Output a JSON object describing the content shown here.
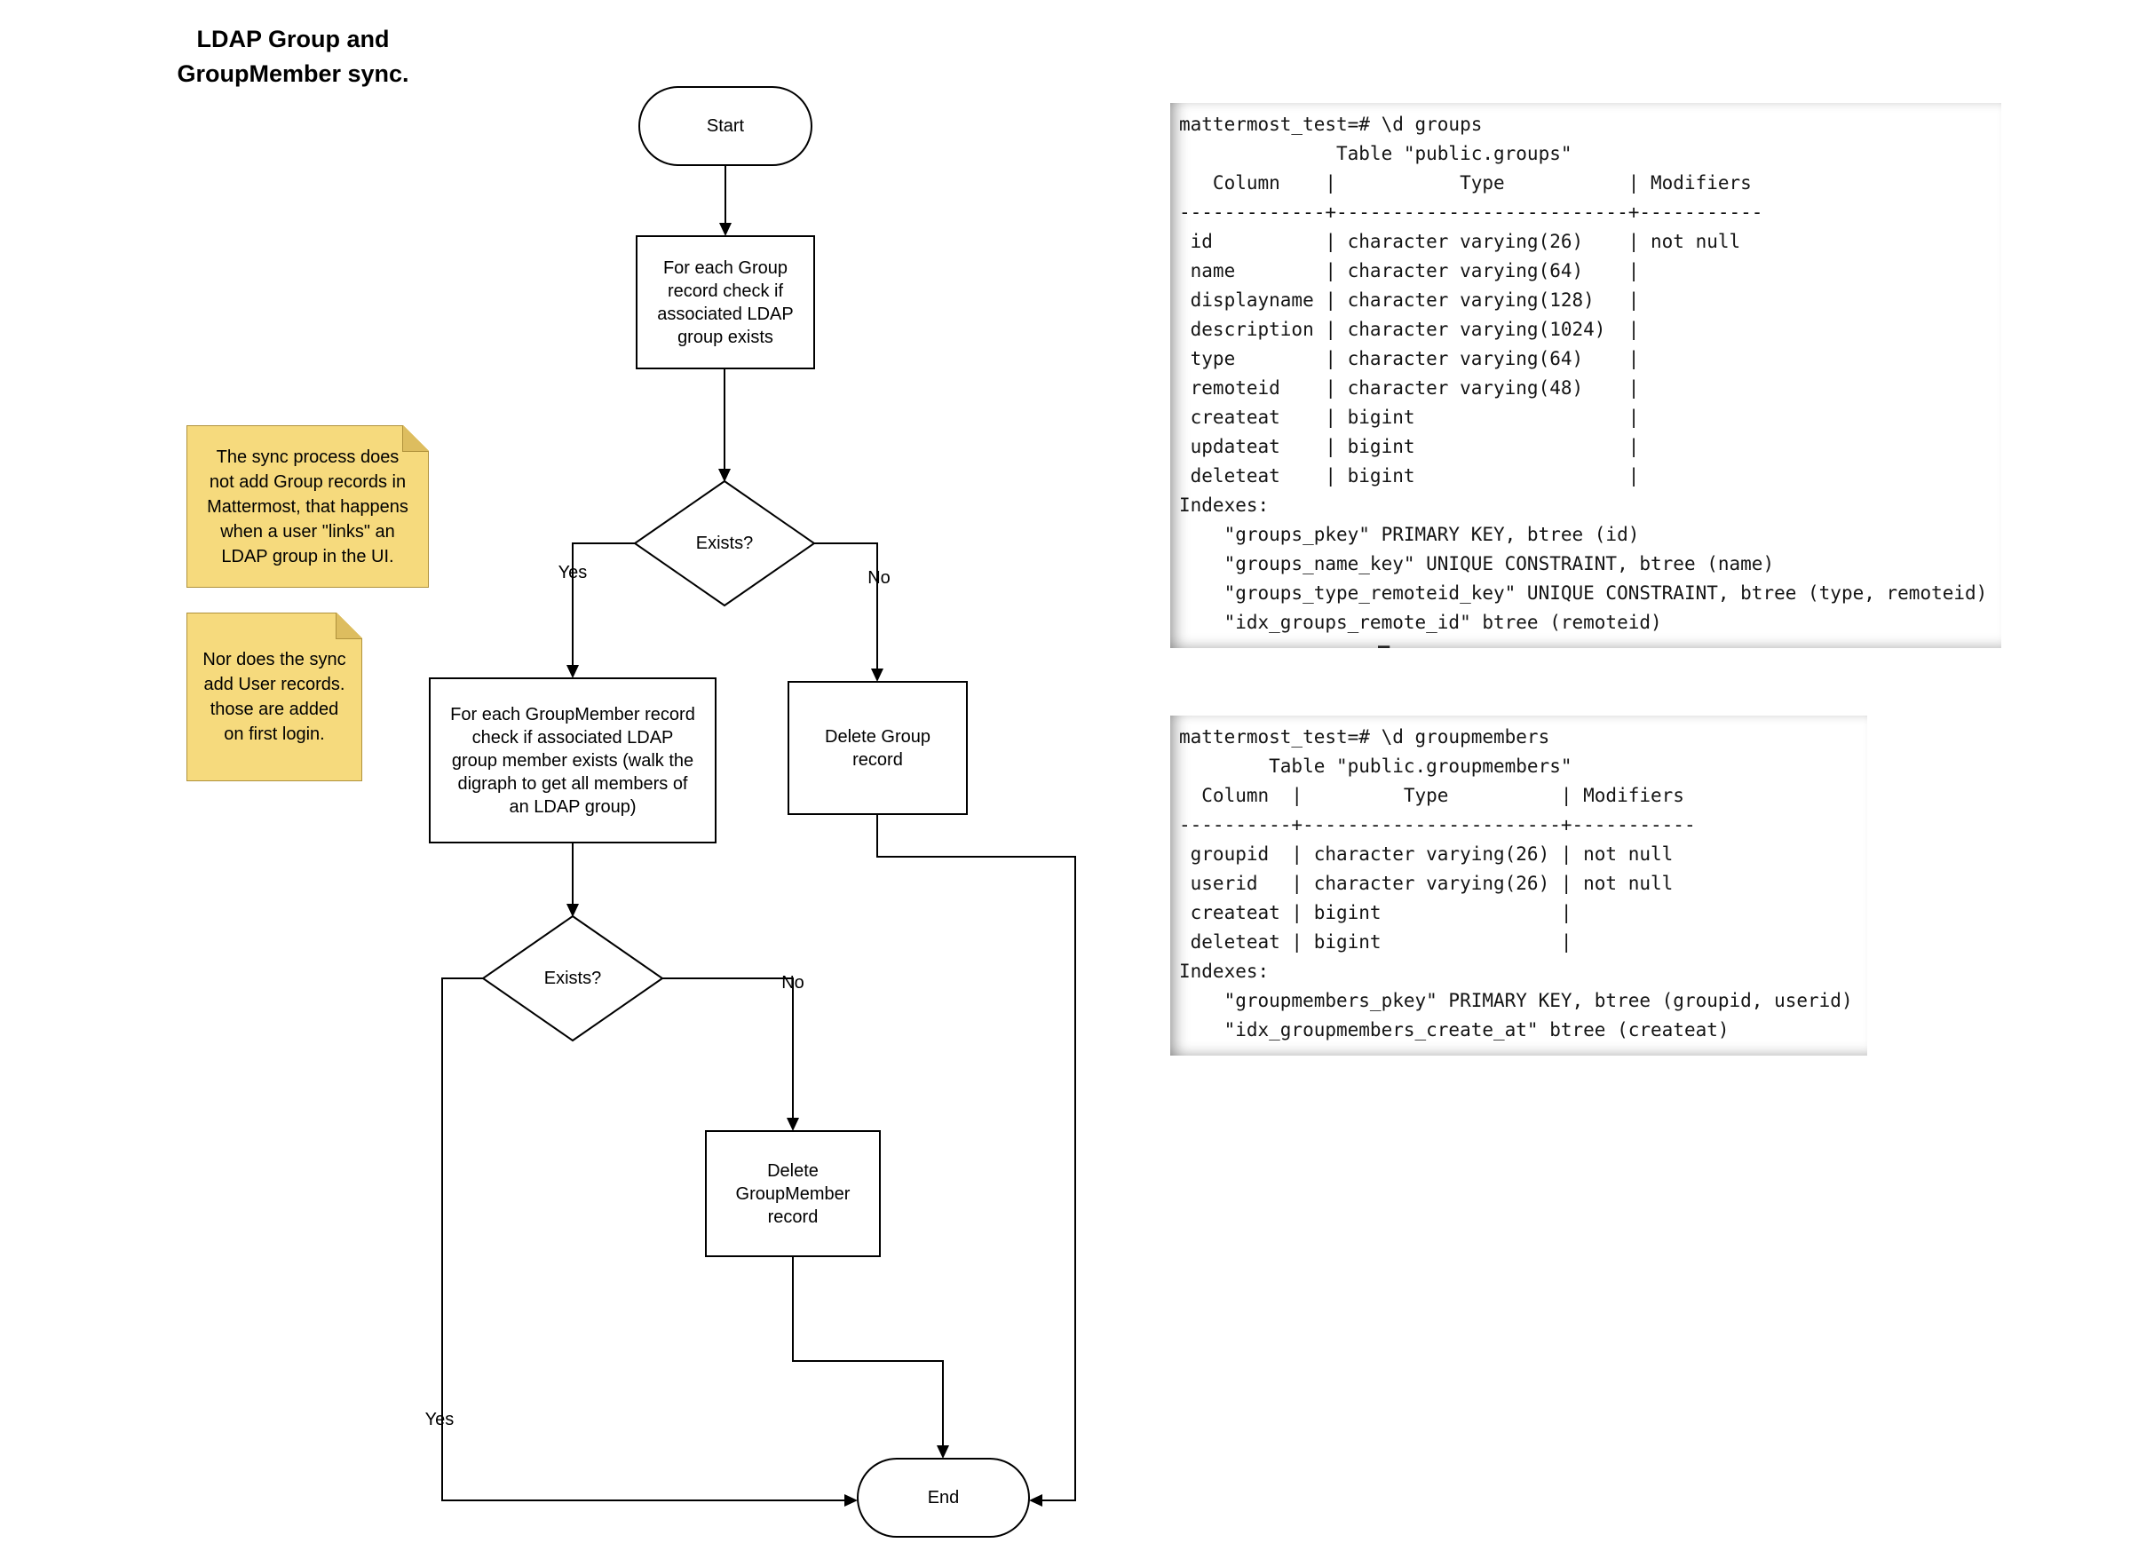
{
  "colors": {
    "note_fill": "#f6da7d",
    "note_border": "#b0923c",
    "note_fold": "#ddbd5f",
    "flow_line": "#000000"
  },
  "title": "LDAP Group and\nGroupMember sync.",
  "flowchart": {
    "start": "Start",
    "check_group": "For each Group\nrecord check if\nassociated LDAP\ngroup exists",
    "exists_group": "Exists?",
    "label_yes_group": "Yes",
    "label_no_group": "No",
    "check_member": "For each GroupMember record\ncheck if associated LDAP\ngroup member exists (walk the\ndigraph to get all members of\nan LDAP group)",
    "delete_group": "Delete Group\nrecord",
    "exists_member": "Exists?",
    "label_no_member": "No",
    "label_yes_member": "Yes",
    "delete_member": "Delete\nGroupMember\nrecord",
    "end": "End"
  },
  "notes": {
    "note1": "The sync process does\nnot add Group records in\nMattermost, that happens\nwhen a user \"links\" an\nLDAP group in the UI.",
    "note2": "Nor does the sync\nadd User records.\nthose are added\non first login."
  },
  "terminals": {
    "groups": "mattermost_test=# \\d groups\n              Table \"public.groups\"\n   Column    |           Type           | Modifiers\n-------------+--------------------------+-----------\n id          | character varying(26)    | not null\n name        | character varying(64)    | \n displayname | character varying(128)   | \n description | character varying(1024)  | \n type        | character varying(64)    | \n remoteid    | character varying(48)    | \n createat    | bigint                   | \n updateat    | bigint                   | \n deleteat    | bigint                   | \nIndexes:\n    \"groups_pkey\" PRIMARY KEY, btree (id)\n    \"groups_name_key\" UNIQUE CONSTRAINT, btree (name)\n    \"groups_type_remoteid_key\" UNIQUE CONSTRAINT, btree (type, remoteid)\n    \"idx_groups_remote_id\" btree (remoteid)",
    "cursor": "—",
    "groupmembers": "mattermost_test=# \\d groupmembers\n        Table \"public.groupmembers\"\n  Column  |         Type          | Modifiers\n----------+-----------------------+-----------\n groupid  | character varying(26) | not null\n userid   | character varying(26) | not null\n createat | bigint                | \n deleteat | bigint                | \nIndexes:\n    \"groupmembers_pkey\" PRIMARY KEY, btree (groupid, userid)\n    \"idx_groupmembers_create_at\" btree (createat)"
  }
}
